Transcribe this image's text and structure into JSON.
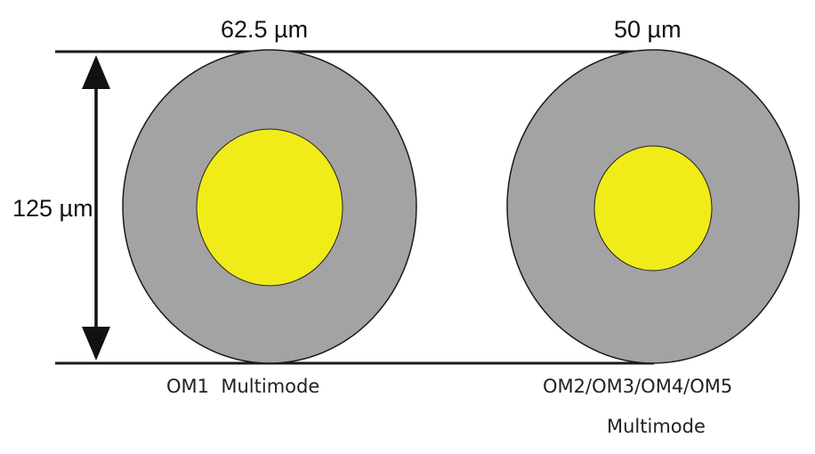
{
  "colors": {
    "cladding": "#a3a3a3",
    "core": "#f2eb1a",
    "outline": "#1a1a1a",
    "background": "#ffffff"
  },
  "dimensions": {
    "cladding_diameter_label": "125 µm"
  },
  "fibers": [
    {
      "core_diameter_label": "62.5 µm",
      "type_label_lines": [
        "OM1  Multimode"
      ]
    },
    {
      "core_diameter_label": "50 µm",
      "type_label_lines": [
        "OM2/OM3/OM4/OM5",
        "Multimode"
      ]
    }
  ]
}
